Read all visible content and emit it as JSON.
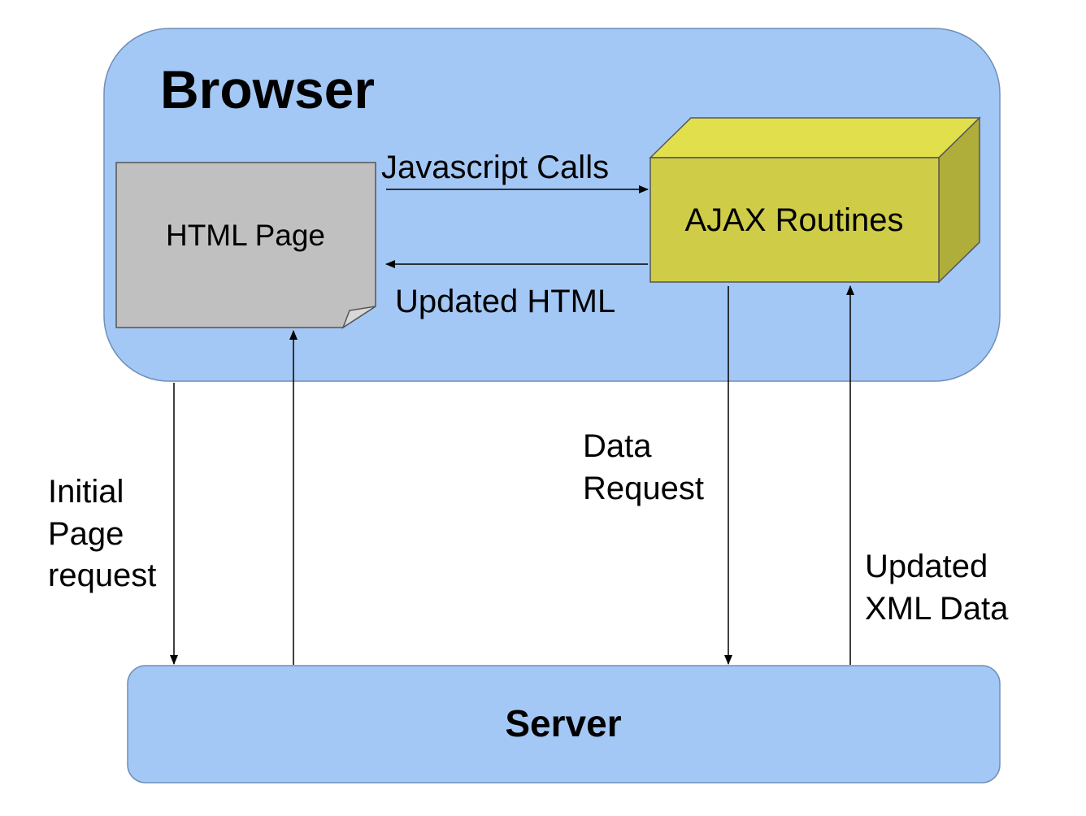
{
  "browser": {
    "title": "Browser"
  },
  "html_page": {
    "label": "HTML Page"
  },
  "ajax": {
    "label": "AJAX Routines"
  },
  "server": {
    "label": "Server"
  },
  "arrows": {
    "javascript_calls": "Javascript Calls",
    "updated_html": "Updated HTML",
    "initial_request": [
      "Initial",
      "Page",
      "request"
    ],
    "data_request": [
      "Data",
      "Request"
    ],
    "updated_xml": [
      "Updated",
      "XML Data"
    ]
  },
  "colors": {
    "browser_fill": "#a4c8f5",
    "server_fill": "#a4c8f5",
    "page_fill": "#c0c0c0",
    "page_fold": "#d8d8d8",
    "ajax_front": "#cfcd48",
    "ajax_top": "#e1df4c",
    "ajax_side": "#b0ae3a",
    "stroke": "#555555"
  }
}
